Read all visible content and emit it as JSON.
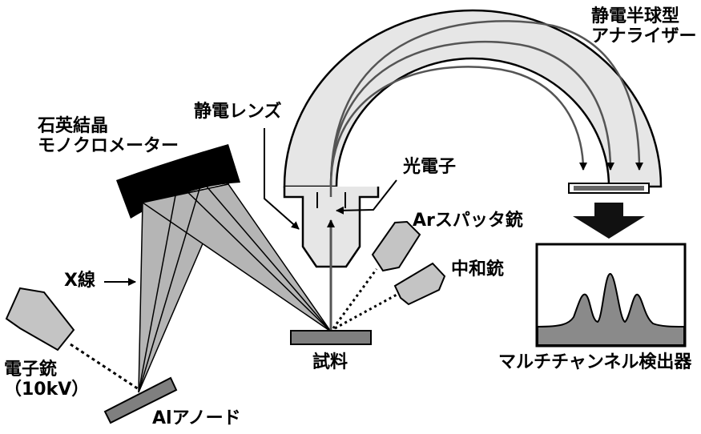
{
  "labels": {
    "analyzer": [
      "静電半球型",
      "アナライザー"
    ],
    "lens": "静電レンズ",
    "monochromator": [
      "石英結晶",
      "モノクロメーター"
    ],
    "photoelectron": "光電子",
    "ar_gun": "Arスパッタ銃",
    "neutralizer": "中和銃",
    "xray": "X線",
    "electron_gun": [
      "電子銃",
      "（10kV）"
    ],
    "anode": "Alアノード",
    "sample": "試料",
    "detector": "マルチチャンネル検出器"
  },
  "colors": {
    "analyzer_fill": "#e6e6e6",
    "gun_fill": "#c4c4c4",
    "xray_fill": "#b5b5b5",
    "sample_fill": "#7f7f7f",
    "spectrum_fill": "#8a8a8a",
    "dark": "#000000"
  }
}
